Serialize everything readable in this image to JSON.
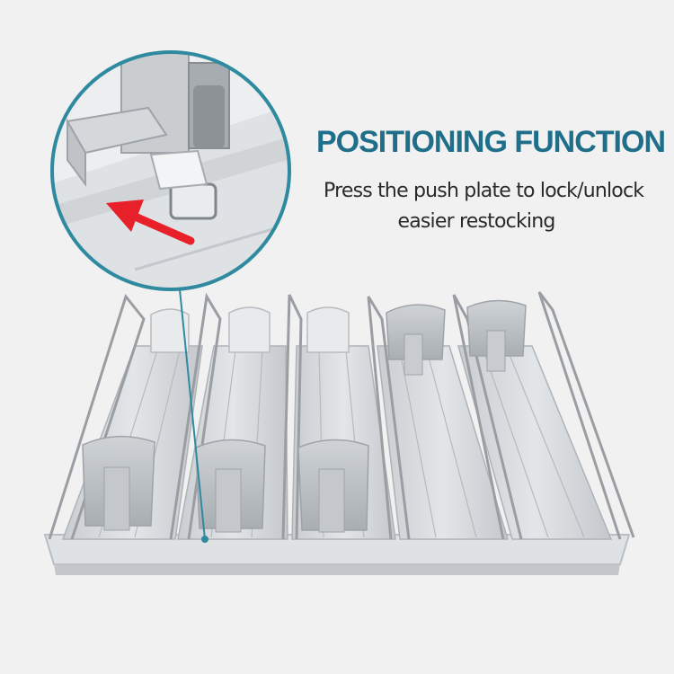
{
  "headline": {
    "text": "POSITIONING FUNCTION",
    "color": "#1f6f8b"
  },
  "subtext": {
    "line1": "Press the push plate to lock/unlock",
    "line2": "easier restocking",
    "color": "#2a2a2a"
  },
  "colors": {
    "background": "#f1f1f1",
    "lens_ring": "#2f8aa0",
    "arrow": "#e8202a",
    "rack_plastic": "#d9dde0",
    "wire": "#9a9ea3"
  },
  "illustration": {
    "subject": "pusher-rack",
    "lanes": 5,
    "zoom_lens": "magnifier-circle",
    "arrow_icon": "arrow-left-icon"
  }
}
